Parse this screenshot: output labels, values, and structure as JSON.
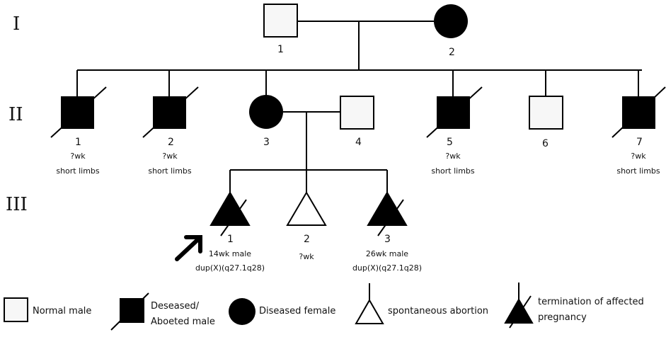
{
  "generations": [
    "I",
    "II",
    "III"
  ],
  "gen1": {
    "father": {
      "number": "1",
      "sex": "male",
      "affected": false
    },
    "mother": {
      "number": "2",
      "sex": "female",
      "affected": true
    }
  },
  "gen2": [
    {
      "number": "1",
      "sex": "male",
      "affected": true,
      "deceased": true,
      "notes": [
        "?wk",
        "short limbs"
      ]
    },
    {
      "number": "2",
      "sex": "male",
      "affected": true,
      "deceased": true,
      "notes": [
        "?wk",
        "short limbs"
      ]
    },
    {
      "number": "3",
      "sex": "female",
      "affected": true,
      "deceased": false,
      "notes": []
    },
    {
      "number": "4",
      "sex": "male",
      "affected": false,
      "deceased": false,
      "notes": []
    },
    {
      "number": "5",
      "sex": "male",
      "affected": true,
      "deceased": true,
      "notes": [
        "?wk",
        "short limbs"
      ]
    },
    {
      "number": "6",
      "sex": "male",
      "affected": false,
      "deceased": false,
      "notes": []
    },
    {
      "number": "7",
      "sex": "male",
      "affected": true,
      "deceased": true,
      "notes": [
        "?wk",
        "short limbs"
      ]
    }
  ],
  "gen3": [
    {
      "number": "1",
      "type": "pregnancy",
      "affected": true,
      "terminated": true,
      "proband": true,
      "notes": [
        "14wk male",
        "dup(X)(q27.1q28)"
      ]
    },
    {
      "number": "2",
      "type": "pregnancy",
      "affected": false,
      "terminated": false,
      "proband": false,
      "notes": [
        "?wk"
      ]
    },
    {
      "number": "3",
      "type": "pregnancy",
      "affected": true,
      "terminated": true,
      "proband": false,
      "notes": [
        "26wk male",
        "dup(X)(q27.1q28)"
      ]
    }
  ],
  "legend": {
    "normal_male": "Normal male",
    "deceased_male": [
      "Deseased/",
      "Aboeted male"
    ],
    "diseased_female": "Diseased female",
    "spontaneous_abortion": "spontaneous abortion",
    "termination": [
      "termination of affected",
      "pregnancy"
    ]
  },
  "colors": {
    "affected": "#000000",
    "unaffected": "#f7f7f7",
    "line": "#000000"
  }
}
